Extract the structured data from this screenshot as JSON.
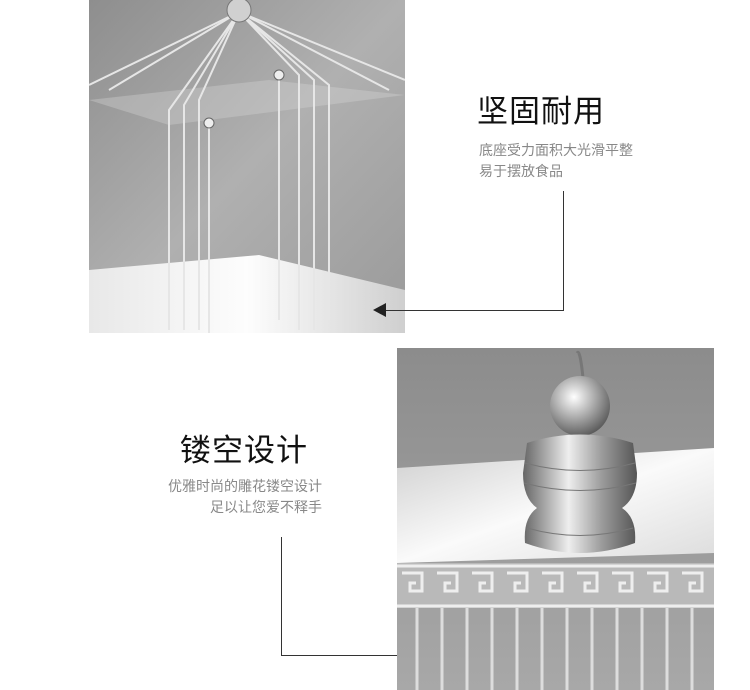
{
  "feature1": {
    "title": "坚固耐用",
    "desc_lines": [
      "底座受力面积大光滑平整",
      "易于摆放食品"
    ]
  },
  "feature2": {
    "title": "镂空设计",
    "desc_lines": [
      "优雅时尚的雕花镂空设计",
      "足以让您爱不释手"
    ]
  }
}
